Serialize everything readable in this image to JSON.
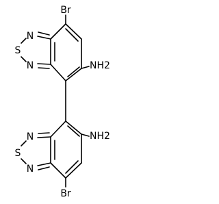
{
  "structure": {
    "atoms": {
      "br_top": "Br",
      "s_top": "S",
      "n1_top": "N",
      "n2_top": "N",
      "nh2_top": "NH2",
      "br_bottom": "Br",
      "s_bottom": "S",
      "n1_bottom": "N",
      "n2_bottom": "N",
      "nh2_bottom": "NH2"
    }
  }
}
